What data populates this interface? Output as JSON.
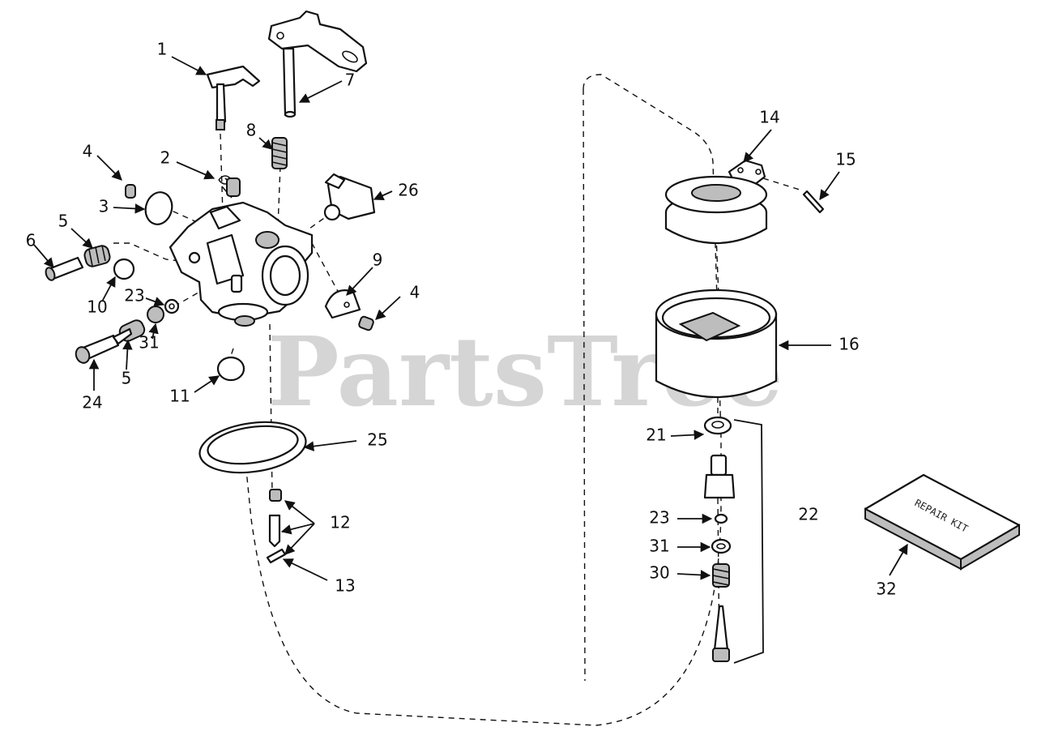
{
  "watermark": "PartsTree",
  "repair_kit_text": "REPAIR KIT",
  "callouts": [
    {
      "id": "c1",
      "text": "1"
    },
    {
      "id": "c2",
      "text": "2"
    },
    {
      "id": "c3",
      "text": "3"
    },
    {
      "id": "c4a",
      "text": "4"
    },
    {
      "id": "c4b",
      "text": "4"
    },
    {
      "id": "c5a",
      "text": "5"
    },
    {
      "id": "c5b",
      "text": "5"
    },
    {
      "id": "c6",
      "text": "6"
    },
    {
      "id": "c7",
      "text": "7"
    },
    {
      "id": "c8",
      "text": "8"
    },
    {
      "id": "c9",
      "text": "9"
    },
    {
      "id": "c10",
      "text": "10"
    },
    {
      "id": "c11",
      "text": "11"
    },
    {
      "id": "c12",
      "text": "12"
    },
    {
      "id": "c13",
      "text": "13"
    },
    {
      "id": "c14",
      "text": "14"
    },
    {
      "id": "c15",
      "text": "15"
    },
    {
      "id": "c16",
      "text": "16"
    },
    {
      "id": "c21",
      "text": "21"
    },
    {
      "id": "c22",
      "text": "22"
    },
    {
      "id": "c23a",
      "text": "23"
    },
    {
      "id": "c23b",
      "text": "23"
    },
    {
      "id": "c24",
      "text": "24"
    },
    {
      "id": "c25",
      "text": "25"
    },
    {
      "id": "c26",
      "text": "26"
    },
    {
      "id": "c30",
      "text": "30"
    },
    {
      "id": "c31a",
      "text": "31"
    },
    {
      "id": "c31b",
      "text": "31"
    },
    {
      "id": "c32",
      "text": "32"
    }
  ]
}
